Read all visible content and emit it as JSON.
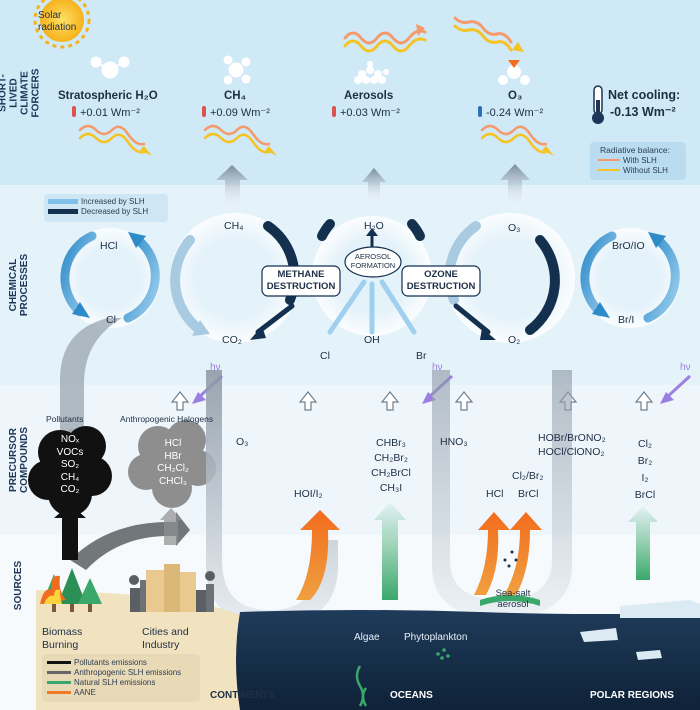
{
  "sections": {
    "forcers": "SHORT-LIVED CLIMATE FORCERS",
    "chemical": "CHEMICAL PROCESSES",
    "precursor": "PRECURSOR COMPOUNDS",
    "sources": "SOURCES"
  },
  "solar": "Solar radiation",
  "forcers": [
    {
      "name": "Stratospheric H₂O",
      "value": "+0.01 Wm⁻²",
      "color": "#d9534f"
    },
    {
      "name": "CH₄",
      "value": "+0.09 Wm⁻²",
      "color": "#d9534f"
    },
    {
      "name": "Aerosols",
      "value": "+0.03 Wm⁻²",
      "color": "#d9534f"
    },
    {
      "name": "O₃",
      "value": "-0.24 Wm⁻²",
      "color": "#2f6fb5"
    }
  ],
  "net": {
    "label": "Net cooling:",
    "value": "-0.13 Wm⁻²"
  },
  "radiative": {
    "title": "Radiative balance:",
    "with": "With SLH",
    "without": "Without SLH"
  },
  "chem_legend": {
    "increased": "Increased by SLH",
    "decreased": "Decreased by SLH"
  },
  "chem": {
    "hcl": "HCl",
    "cl_left": "Cl",
    "ch4": "CH₄",
    "co2": "CO₂",
    "h2o": "H₂O",
    "aerosol_formation": "AEROSOL FORMATION",
    "methane_destruction": "METHANE DESTRUCTION",
    "ozone_destruction": "OZONE DESTRUCTION",
    "o3": "O₃",
    "o2": "O₂",
    "cl": "Cl",
    "oh": "OH",
    "br": "Br",
    "bro_io": "BrO/IO",
    "br_i": "Br/I"
  },
  "hv": "hν",
  "precursor": {
    "pollutants_title": "Pollutants",
    "pollutants": [
      "NOₓ",
      "VOCs",
      "SO₂",
      "CH₄",
      "CO₂"
    ],
    "anthro_title": "Anthropogenic Halogens",
    "anthro": [
      "HCl",
      "HBr",
      "CH₂Cl₂",
      "CHCl₃"
    ],
    "o3": "O₃",
    "hoi": "HOI/I₂",
    "ocean_halo": [
      "CHBr₃",
      "CH₂Br₂",
      "CH₂BrCl",
      "CH₃I"
    ],
    "hno3": "HNO₃",
    "hcl": "HCl",
    "cl2br2": "Cl₂/Br₂",
    "brcl": "BrCl",
    "hobr": "HOBr/BrONO₂",
    "hocl": "HOCl/ClONO₂",
    "polar": [
      "Cl₂",
      "Br₂",
      "I₂",
      "BrCl"
    ]
  },
  "sources": {
    "biomass": "Biomass Burning",
    "cities": "Cities and Industry",
    "algae": "Algae",
    "phyto": "Phytoplankton",
    "seasalt": "Sea-salt aerosol",
    "continents": "CONTINENTS",
    "oceans": "OCEANS",
    "polar": "POLAR REGIONS"
  },
  "source_legend": [
    {
      "label": "Pollutants emissions",
      "color": "#111111"
    },
    {
      "label": "Anthropogenic SLH emissions",
      "color": "#666666"
    },
    {
      "label": "Natural SLH emissions",
      "color": "#3aa86b"
    },
    {
      "label": "AANE",
      "color": "#f07a2a"
    }
  ]
}
